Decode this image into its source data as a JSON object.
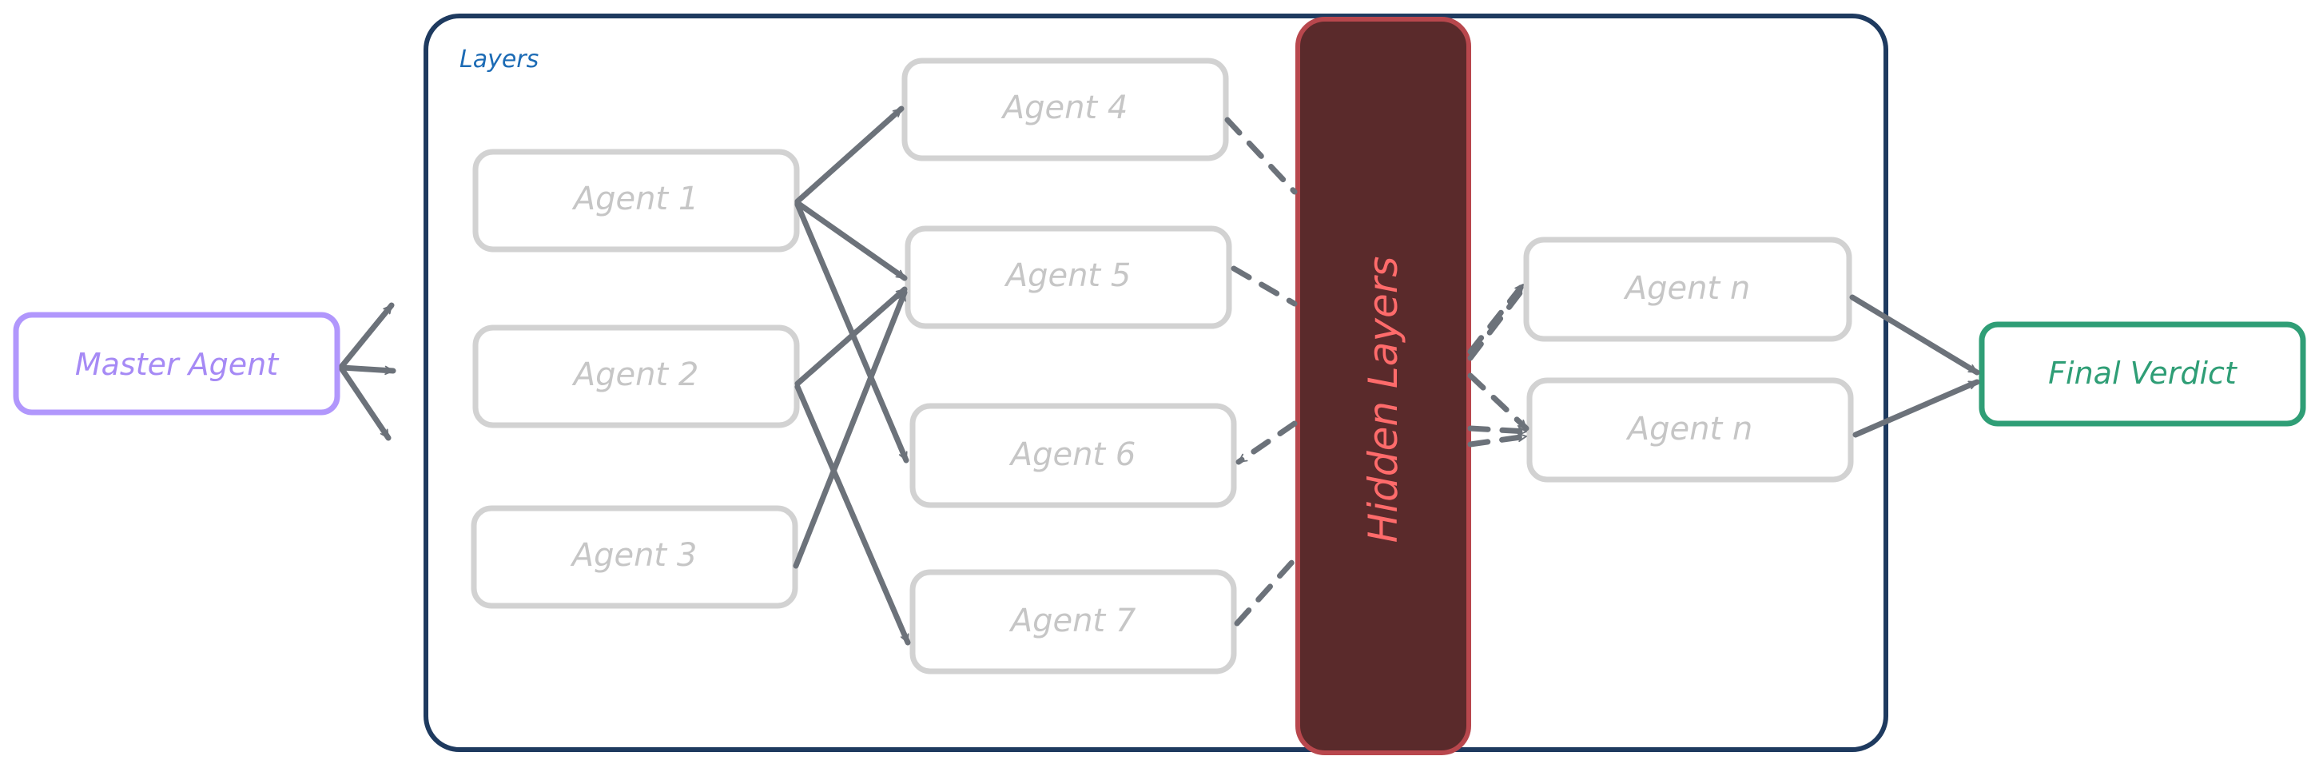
{
  "container": {
    "label": "Layers"
  },
  "master": {
    "label": "Master Agent"
  },
  "final": {
    "label": "Final Verdict"
  },
  "hidden": {
    "label": "Hidden Layers"
  },
  "agents": {
    "a1": "Agent 1",
    "a2": "Agent 2",
    "a3": "Agent 3",
    "a4": "Agent 4",
    "a5": "Agent 5",
    "a6": "Agent 6",
    "a7": "Agent 7",
    "an1": "Agent n",
    "an2": "Agent n"
  },
  "colors": {
    "container_stroke": "#1e3a5f",
    "container_label": "#1c6bb5",
    "agent_stroke": "#d2d2d2",
    "agent_text": "#c6c6c6",
    "master": "#b197fc",
    "final": "#2f9e76",
    "hidden_fill": "#5a2a2b",
    "hidden_stroke": "#b8474d",
    "hidden_text": "#ff6b6b",
    "arrow": "#6c727a"
  }
}
